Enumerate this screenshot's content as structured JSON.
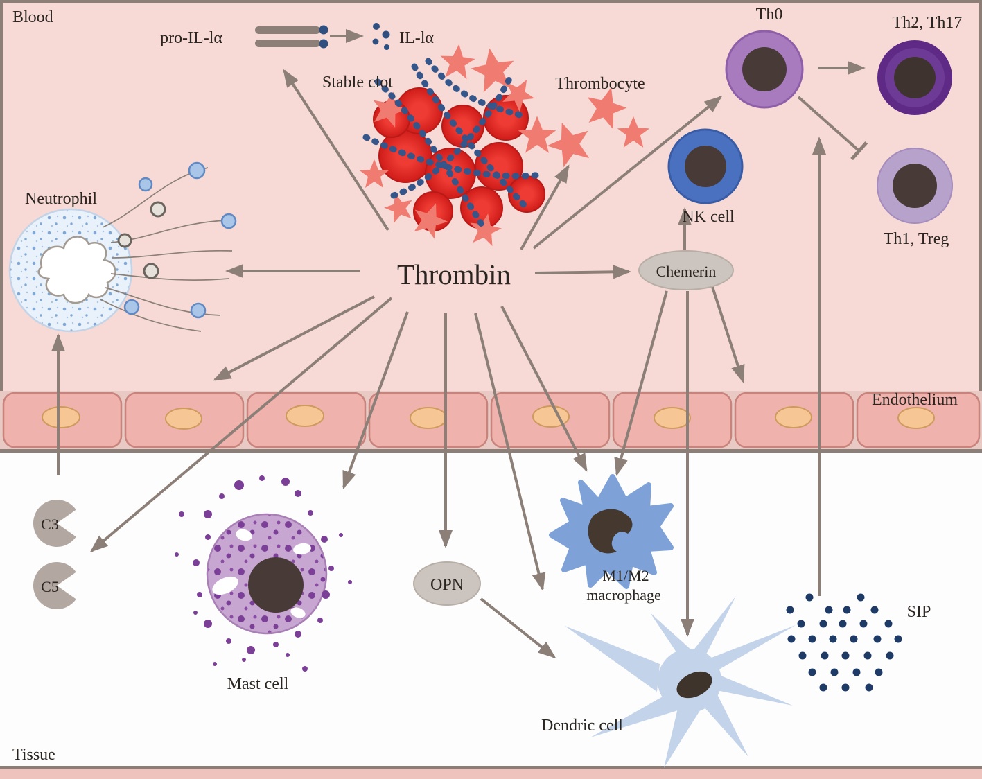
{
  "title": "Thrombin immune signaling diagram",
  "regions": {
    "blood": "Blood",
    "tissue": "Tissue",
    "endothelium": "Endothelium"
  },
  "labels": {
    "pro_il1a": "pro-IL-lα",
    "il1a": "IL-lα",
    "stable_clot": "Stable clot",
    "thrombocyte": "Thrombocyte",
    "neutrophil": "Neutrophil",
    "thrombin": "Thrombin",
    "chemerin": "Chemerin",
    "nk_cell": "NK cell",
    "th0": "Th0",
    "th2_th17": "Th2, Th17",
    "th1_treg": "Th1, Treg",
    "c3": "C3",
    "c5": "C5",
    "mast_cell": "Mast cell",
    "opn": "OPN",
    "macrophage_line1": "M1/M2",
    "macrophage_line2": "macrophage",
    "dendric_cell": "Dendric cell",
    "sip": "SIP"
  },
  "colors": {
    "blood_bg": "#f7dad6",
    "endothelium_cell": "#f0b2ac",
    "endothelium_nucleus": "#f6c795",
    "arrow": "#8b7f77",
    "rbc": "#e2231f",
    "platelet": "#ef7b71",
    "fibrin": "#35568a",
    "nk_ring": "#4a71c0",
    "th0_ring": "#a77bbd",
    "th2_ring": "#5e2a86",
    "th1_ring": "#b6a2cb",
    "cell_center": "#473a37",
    "mast_body": "#c7a6d2",
    "mast_granule": "#7c3f97",
    "macrophage_body": "#7ea2d8",
    "dendritic_body": "#c3d3ea",
    "sip_dot": "#1e3a66",
    "neutrophil_body": "#e9f1fa",
    "signal_oval": "#ccc5bf"
  }
}
